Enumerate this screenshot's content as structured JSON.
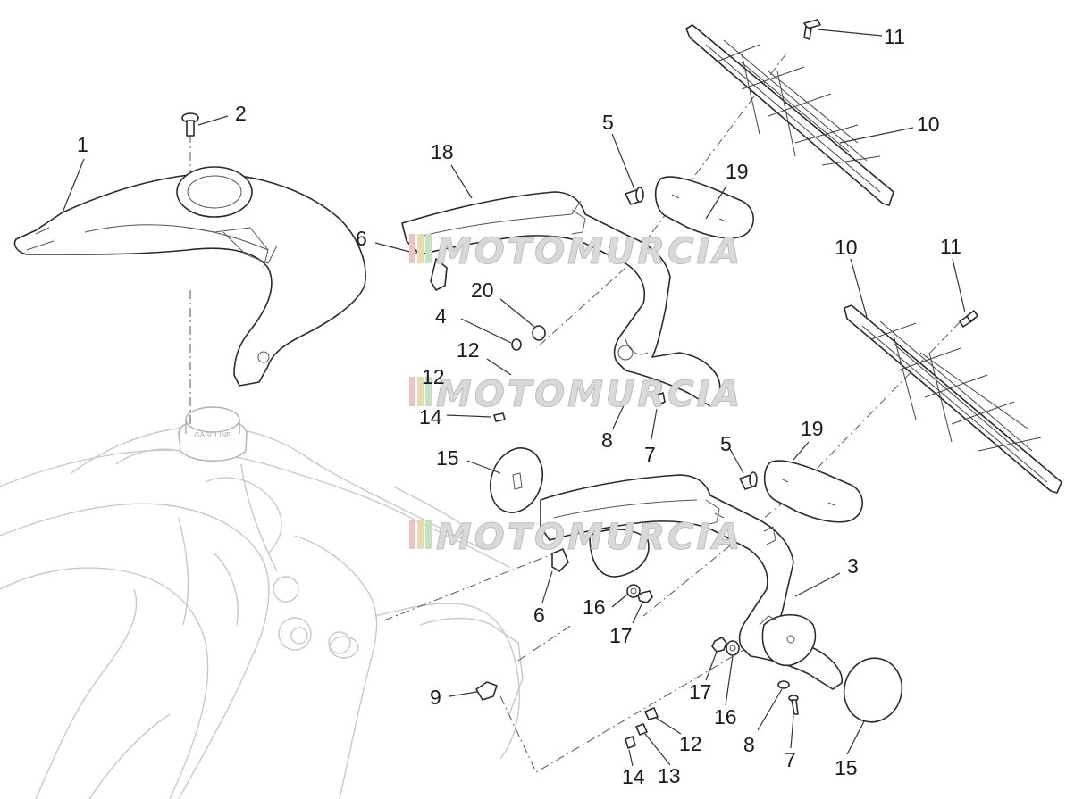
{
  "diagram": {
    "callouts": [
      {
        "id": "c1",
        "label": "1"
      },
      {
        "id": "c2",
        "label": "2"
      },
      {
        "id": "c18",
        "label": "18"
      },
      {
        "id": "c5a",
        "label": "5"
      },
      {
        "id": "c19a",
        "label": "19"
      },
      {
        "id": "c11a",
        "label": "11"
      },
      {
        "id": "c10a",
        "label": "10"
      },
      {
        "id": "c6a",
        "label": "6"
      },
      {
        "id": "c20",
        "label": "20"
      },
      {
        "id": "c4",
        "label": "4"
      },
      {
        "id": "c12a",
        "label": "12"
      },
      {
        "id": "c12b",
        "label": "12"
      },
      {
        "id": "c14a",
        "label": "14"
      },
      {
        "id": "c8a",
        "label": "8"
      },
      {
        "id": "c7a",
        "label": "7"
      },
      {
        "id": "c10b",
        "label": "10"
      },
      {
        "id": "c11b",
        "label": "11"
      },
      {
        "id": "c15a",
        "label": "15"
      },
      {
        "id": "c5b",
        "label": "5"
      },
      {
        "id": "c19b",
        "label": "19"
      },
      {
        "id": "c3",
        "label": "3"
      },
      {
        "id": "c6b",
        "label": "6"
      },
      {
        "id": "c16a",
        "label": "16"
      },
      {
        "id": "c17a",
        "label": "17"
      },
      {
        "id": "c17b",
        "label": "17"
      },
      {
        "id": "c16b",
        "label": "16"
      },
      {
        "id": "c9",
        "label": "9"
      },
      {
        "id": "c12c",
        "label": "12"
      },
      {
        "id": "c8b",
        "label": "8"
      },
      {
        "id": "c7b",
        "label": "7"
      },
      {
        "id": "c14b",
        "label": "14"
      },
      {
        "id": "c13",
        "label": "13"
      },
      {
        "id": "c15b",
        "label": "15"
      }
    ],
    "cap_text": "GASOLINE",
    "watermarks": [
      "MOTOMURCIA",
      "MOTOMURCIA",
      "MOTOMURCIA"
    ]
  }
}
